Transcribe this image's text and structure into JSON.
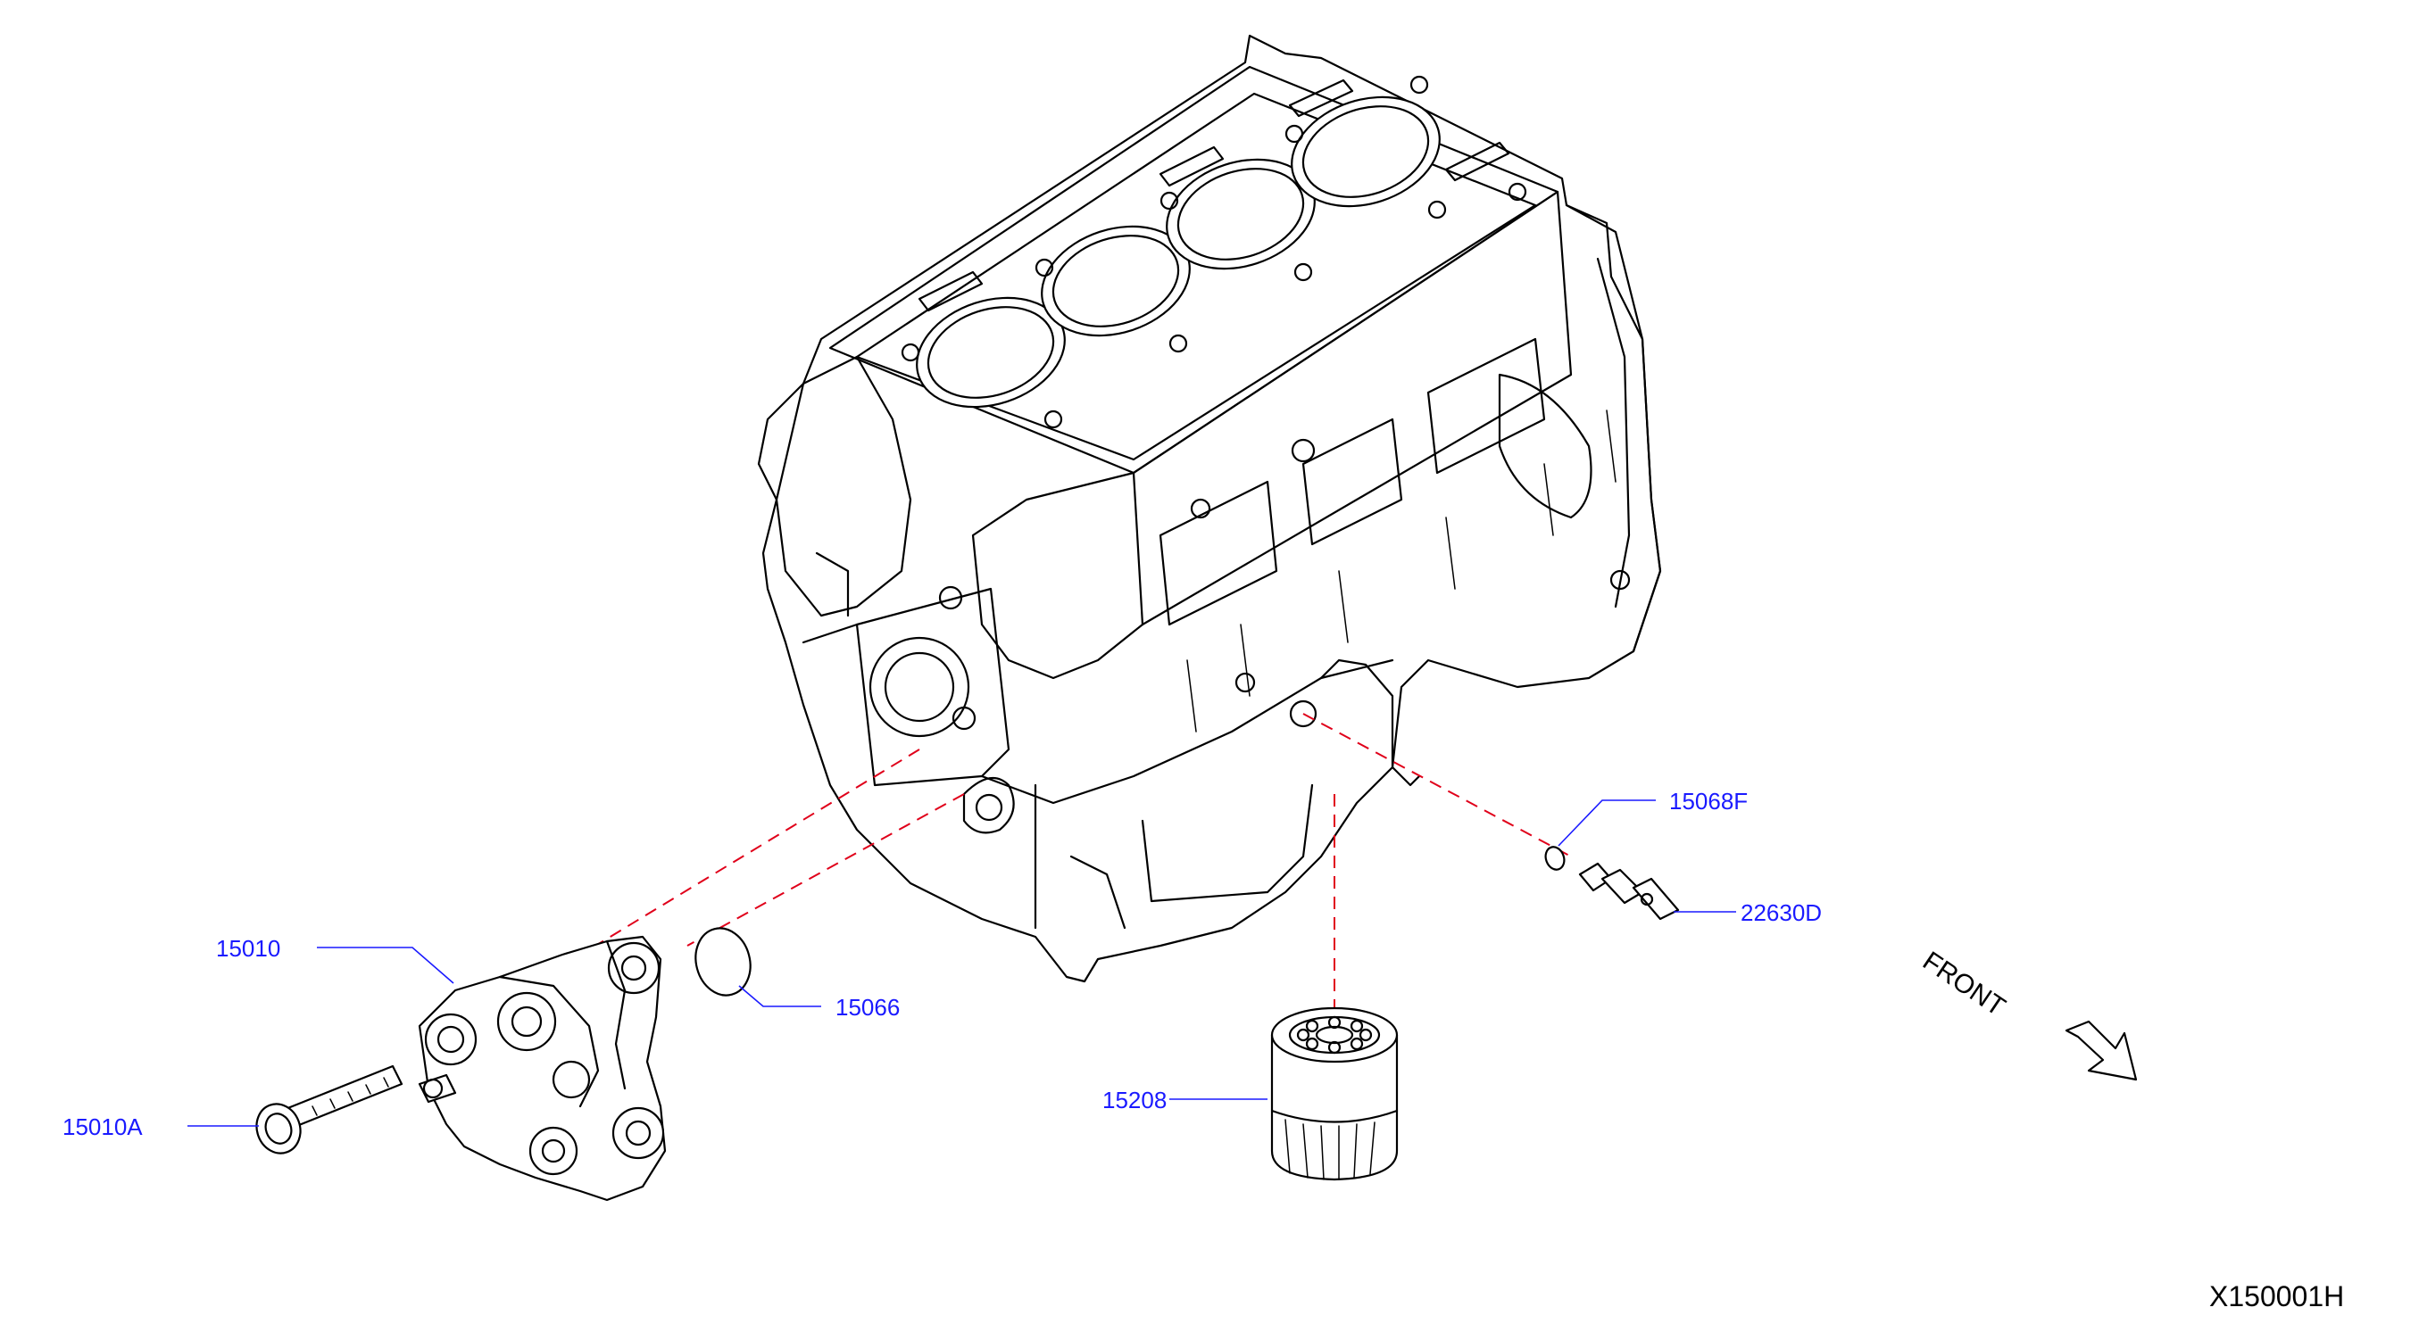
{
  "parts": [
    {
      "id": "p15010",
      "label": "15010"
    },
    {
      "id": "p15010A",
      "label": "15010A"
    },
    {
      "id": "p15066",
      "label": "15066"
    },
    {
      "id": "p15208",
      "label": "15208"
    },
    {
      "id": "p15068F",
      "label": "15068F"
    },
    {
      "id": "p22630D",
      "label": "22630D"
    }
  ],
  "front_label": "FRONT",
  "diagram_code": "X150001H",
  "colors": {
    "callout": "#1a1aff",
    "hidden_line": "#e0001a",
    "ink": "#000000"
  }
}
